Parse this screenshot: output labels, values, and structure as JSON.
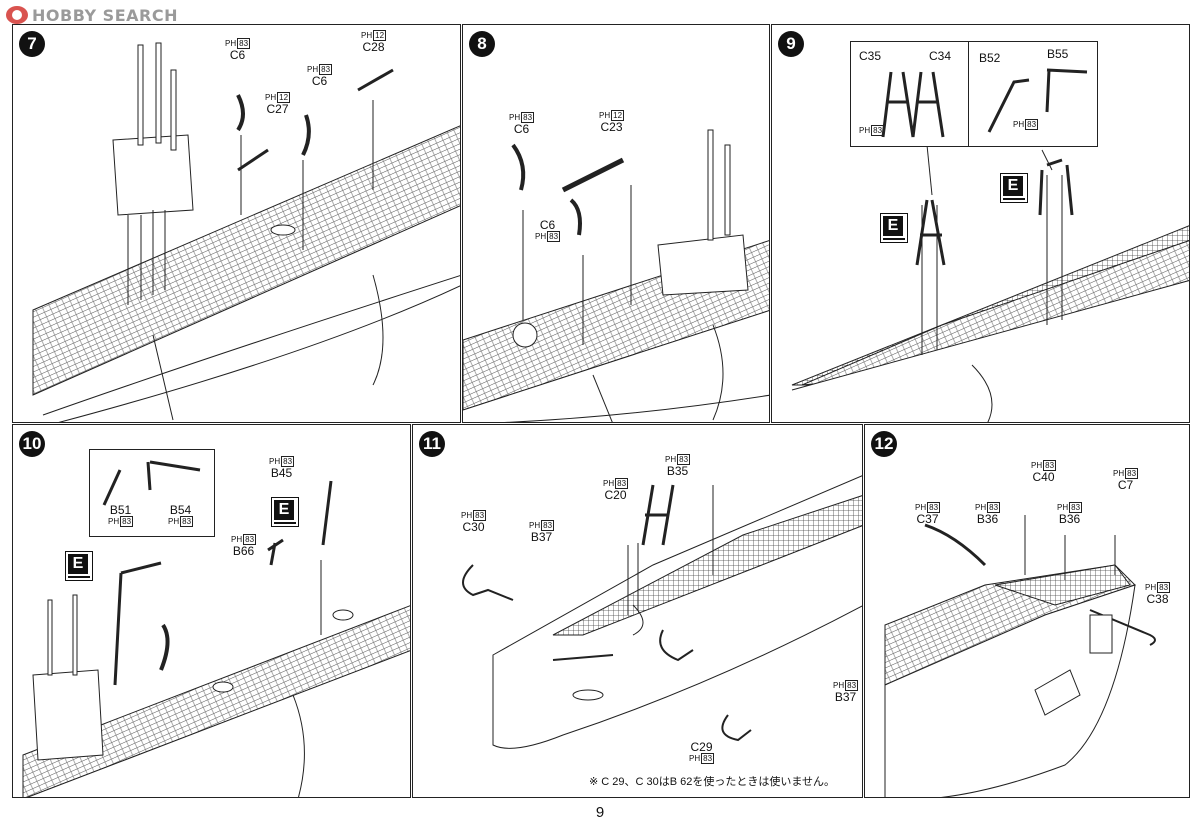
{
  "watermark": "HOBBY SEARCH",
  "page_number": "9",
  "steps": [
    {
      "number": "7"
    },
    {
      "number": "8"
    },
    {
      "number": "9"
    },
    {
      "number": "10"
    },
    {
      "number": "11"
    },
    {
      "number": "12"
    }
  ],
  "ph": {
    "prefix": "P",
    "sub": "H",
    "n83": "83",
    "n12": "12"
  },
  "decal_mark": "E",
  "parts": {
    "s7": {
      "c6a": "C6",
      "c27": "C27",
      "c6b": "C6",
      "c28": "C28"
    },
    "s8": {
      "c6a": "C6",
      "c23": "C23",
      "c6b": "C6"
    },
    "s9": {
      "c35": "C35",
      "c34": "C34",
      "b52": "B52",
      "b55": "B55"
    },
    "s10": {
      "b51": "B51",
      "b54": "B54",
      "b45": "B45",
      "b66": "B66"
    },
    "s11": {
      "c30": "C30",
      "b37a": "B37",
      "c20": "C20",
      "b35": "B35",
      "b37b": "B37",
      "c29": "C29"
    },
    "s12": {
      "c37": "C37",
      "b36a": "B36",
      "c40": "C40",
      "b36b": "B36",
      "c7": "C7",
      "c38": "C38"
    }
  },
  "note_s11": "※ C 29、C 30はB 62を使ったときは使いません。"
}
